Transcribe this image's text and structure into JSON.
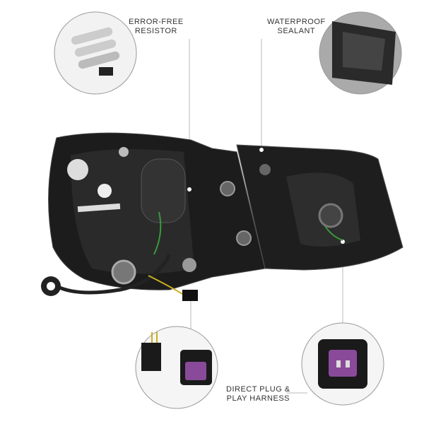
{
  "callouts": {
    "resistor": {
      "line1": "ERROR-FREE",
      "line2": "RESISTOR"
    },
    "sealant": {
      "line1": "WATERPROOF",
      "line2": "SEALANT"
    },
    "harness": {
      "line1": "DIRECT PLUG &",
      "line2": "PLAY HARNESS"
    }
  },
  "colors": {
    "housing": "#1c1c1c",
    "connector_purple": "#8a4a9a",
    "line": "#bbbbbb"
  }
}
